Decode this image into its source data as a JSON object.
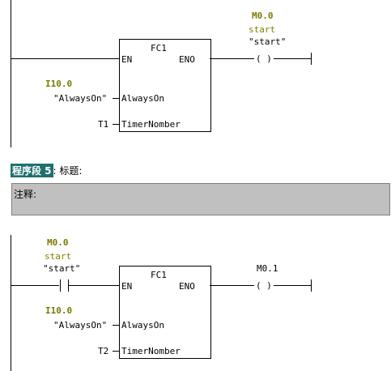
{
  "network1": {
    "fb_name": "FC1",
    "pin_en": "EN",
    "pin_eno": "ENO",
    "pin_in1": "AlwaysOn",
    "pin_in2": "TimerNomber",
    "in1_addr": "I10.0",
    "in1_symbol": "\"AlwaysOn\"",
    "in2_value": "T1",
    "coil_addr": "M0.0",
    "coil_comment": "start",
    "coil_symbol": "\"start\"",
    "coil_glyph": "( )"
  },
  "segment2": {
    "badge": "程序段 5",
    "title_label": ": 标题:",
    "comment_label": "注释:"
  },
  "network2": {
    "contact_addr": "M0.0",
    "contact_comment": "start",
    "contact_symbol": "\"start\"",
    "fb_name": "FC1",
    "pin_en": "EN",
    "pin_eno": "ENO",
    "pin_in1": "AlwaysOn",
    "pin_in2": "TimerNomber",
    "in1_addr": "I10.0",
    "in1_symbol": "\"AlwaysOn\"",
    "in2_value": "T2",
    "coil_addr": "M0.1",
    "coil_glyph": "( )"
  }
}
